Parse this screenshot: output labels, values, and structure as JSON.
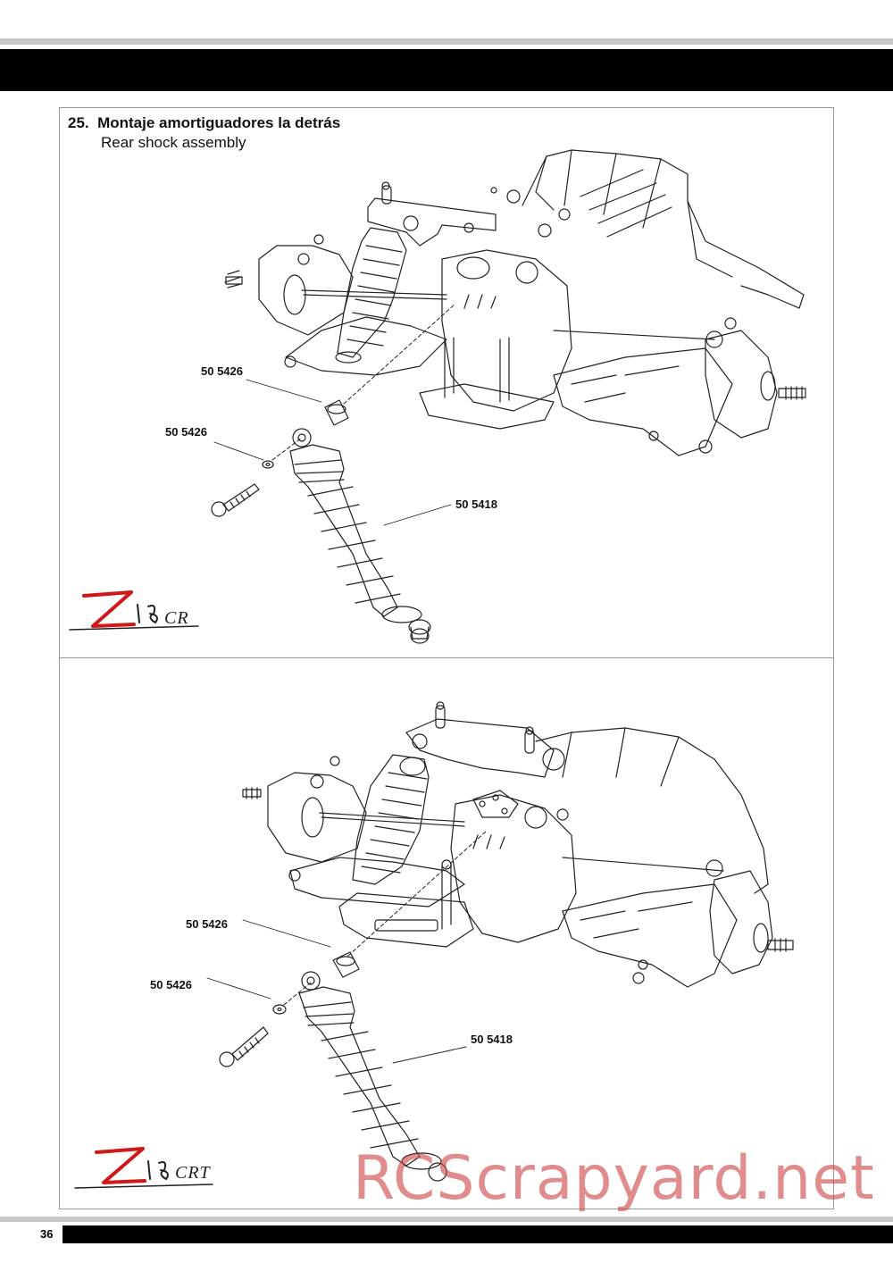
{
  "step": {
    "number": "25.",
    "title_es": "Montaje amortiguadores la detrás",
    "title_en": "Rear shock assembly"
  },
  "assembly_top": {
    "logo_text": "CR",
    "parts": [
      {
        "label": "50 5426"
      },
      {
        "label": "50 5426"
      },
      {
        "label": "50 5418"
      }
    ]
  },
  "assembly_bottom": {
    "logo_text": "CRT",
    "parts": [
      {
        "label": "50 5426"
      },
      {
        "label": "50 5426"
      },
      {
        "label": "50 5418"
      }
    ]
  },
  "footer": {
    "page_number": "36",
    "watermark": "RCScrapyard.net"
  },
  "colors": {
    "band_black": "#000000",
    "band_gray": "#c8c8c8",
    "logo_red": "#d01818",
    "watermark": "#cd4646"
  }
}
